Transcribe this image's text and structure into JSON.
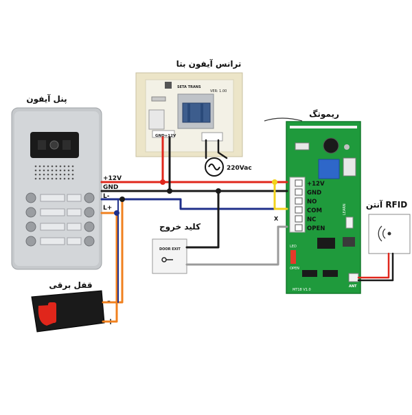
{
  "titles": {
    "transformer": "ترانس آیفون بتا",
    "panel": "پنل آیفون",
    "remote": "ریموتگ",
    "exit_key": "کلید خروج",
    "rfid": "آنتن RFID",
    "lock": "قفل برقی"
  },
  "wire_labels": {
    "plus12v": "+12V",
    "gnd": "GND",
    "l_minus": "L-",
    "l_plus": "L+",
    "ac": "220Vac"
  },
  "terminals": [
    "+12V",
    "GND",
    "NO",
    "COM",
    "NC",
    "OPEN"
  ],
  "terminal_unused_mark": "X",
  "transformer_device": {
    "brand": "SETA TRANS",
    "version": "VER: 1.00",
    "output": "GND+12V"
  },
  "exit_button": {
    "text": "DOOR EXIT"
  },
  "lock_polarity": {
    "minus": "-",
    "plus": "+"
  },
  "board_labels": {
    "learn": "LEARN",
    "ant": "ANT",
    "open": "OPEN",
    "led": "LED",
    "code": "MT18 V1.0"
  },
  "colors": {
    "red": "#e0261b",
    "black": "#1a1a1a",
    "blue": "#1f2f8a",
    "orange": "#f0801e",
    "yellow": "#f2d21b",
    "gray": "#9a9a9a",
    "pcb": "#1f9a3c"
  }
}
